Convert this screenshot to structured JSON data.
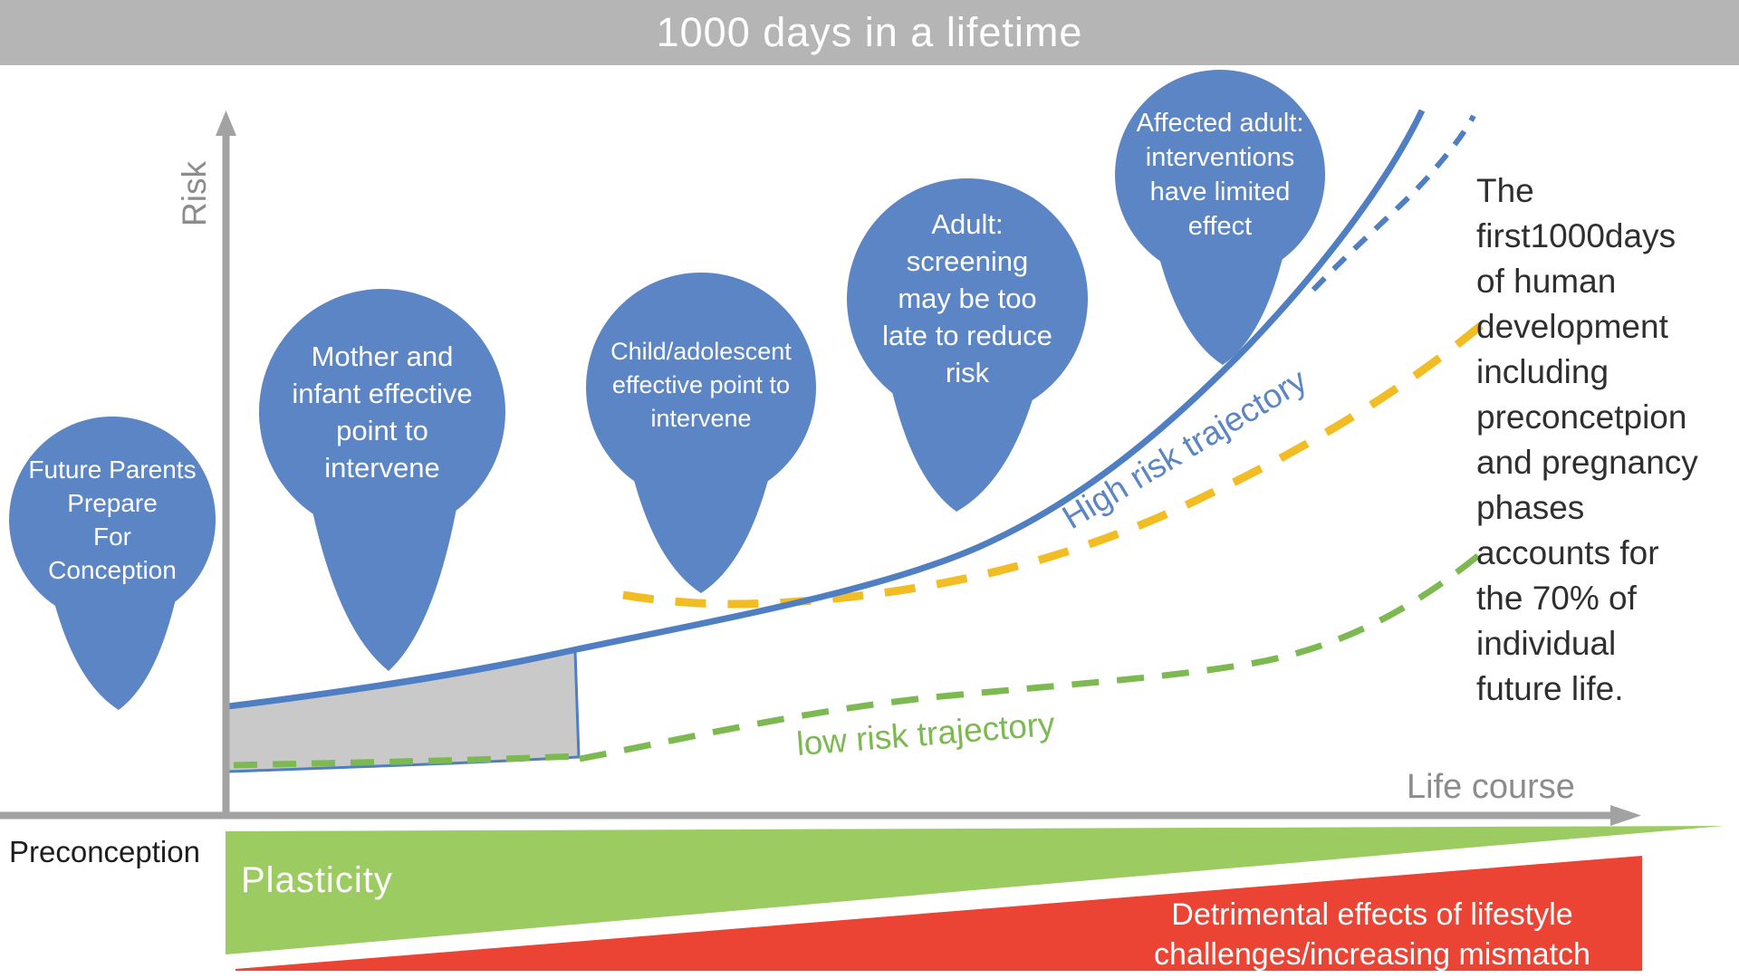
{
  "title_bar": {
    "title": "1000 days in a lifetime"
  },
  "axes": {
    "y_axis_label": "Risk",
    "x_axis_label": "Life course",
    "origin_label": "Preconception"
  },
  "balloons": [
    {
      "id": "future-parents",
      "lines": [
        "Future Parents",
        "Prepare",
        "For",
        "Conception"
      ]
    },
    {
      "id": "mother-infant",
      "lines": [
        "Mother and",
        "infant effective",
        "point to",
        "intervene"
      ]
    },
    {
      "id": "child-adolescent",
      "lines": [
        "Child/adolescent",
        "effective point to",
        "intervene"
      ]
    },
    {
      "id": "adult-screening",
      "lines": [
        "Adult:",
        "screening",
        "may be too",
        "late to reduce",
        "risk"
      ]
    },
    {
      "id": "affected-adult",
      "lines": [
        "Affected adult:",
        "interventions",
        "have limited",
        "effect"
      ]
    }
  ],
  "trajectories": {
    "high_risk_label": "High risk trajectory",
    "low_risk_label": "low risk trajectory"
  },
  "side_note": {
    "lines": [
      "The",
      "first1000days",
      "of human",
      "development",
      "including",
      "preconcetpion",
      "and pregnancy",
      "phases",
      "accounts for",
      "the 70% of",
      "individual",
      "future life."
    ]
  },
  "bottom_wedges": {
    "plasticity_label": "Plasticity",
    "detrimental_lines": [
      "Detrimental effects of lifestyle",
      "challenges/increasing mismatch"
    ]
  },
  "colors": {
    "title_bar_bg": "#b5b5b5",
    "balloon_blue": "#5b85c4",
    "curve_blue": "#4f7ec3",
    "yellow_dash": "#f2bd24",
    "green_dash": "#7cb950",
    "plasticity_green": "#9ccb62",
    "detrimental_red": "#ec4434",
    "axis_gray": "#a2a2a2",
    "label_gray": "#8c8c8c",
    "band_gray": "#c9c9c9"
  }
}
